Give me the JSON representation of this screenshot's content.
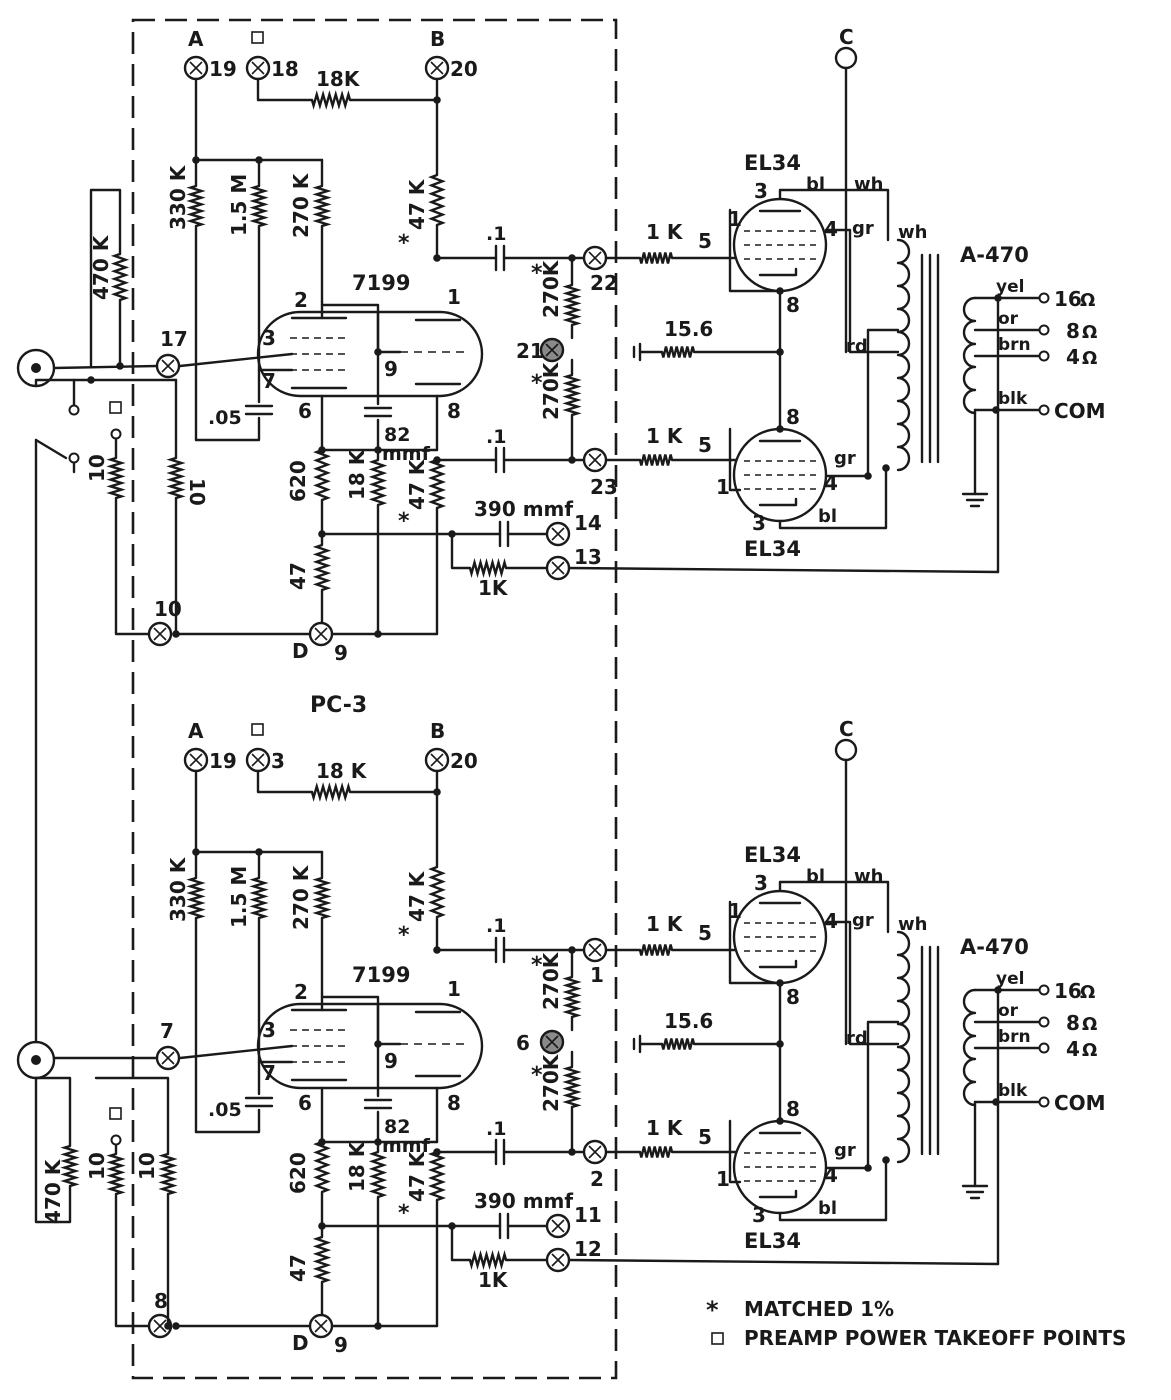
{
  "module_label": "PC-3",
  "tube_driver": "7199",
  "tube_output_top": "EL34",
  "tube_output_bottom": "EL34",
  "transformer": "A-470",
  "supply_terminal": "C",
  "terminal_a": "A",
  "terminal_b": "B",
  "terminal_d": "D",
  "resistors": {
    "r18k_feed": "18 K",
    "r18k_feed_top": "18K",
    "r330k": "330 K",
    "r1_5m": "1.5 M",
    "r270k": "270 K",
    "r47k_plate": "47 K",
    "r470k": "470 K",
    "r620": "620",
    "r18k_cath": "18 K",
    "r47": "47",
    "r10": "10",
    "r270k_bias": "270K",
    "r15_6": "15.6",
    "r1k": "1K",
    "r1k_b": "1 K"
  },
  "capacitors": {
    "c_coupling": ".1",
    "c_cath": ".05",
    "c_82": "82",
    "c_82_unit": "mmf",
    "c_390": "390 mmf"
  },
  "pins": {
    "p1": "1",
    "p2": "2",
    "p3": "3",
    "p4": "4",
    "p5": "5",
    "p6": "6",
    "p7": "7",
    "p8": "8",
    "p9": "9"
  },
  "top": {
    "t_a": "19",
    "t_sq": "18",
    "t_b": "20",
    "t_in": "17",
    "t_gnd": "10",
    "t_d": "9",
    "t_g1": "22",
    "t_bias": "21",
    "t_g2": "23",
    "t_fb1": "14",
    "t_fb2": "13"
  },
  "bottom": {
    "t_a": "19",
    "t_sq": "3",
    "t_b": "20",
    "t_in": "7",
    "t_gnd": "8",
    "t_d": "9",
    "t_g1": "1",
    "t_bias": "6",
    "t_g2": "2",
    "t_fb1": "11",
    "t_fb2": "12"
  },
  "wires": {
    "bl": "bl",
    "wh": "wh",
    "gr": "gr",
    "rd": "rd",
    "yel": "yel",
    "or": "or",
    "brn": "brn",
    "blk": "blk"
  },
  "outputs": {
    "o16": "16",
    "o8": "8",
    "o4": "4",
    "com": "COM",
    "ohm": "Ω"
  },
  "legend": {
    "matched_sym": "*",
    "matched": "MATCHED 1%",
    "takeoff": "PREAMP  POWER  TAKEOFF  POINTS"
  }
}
